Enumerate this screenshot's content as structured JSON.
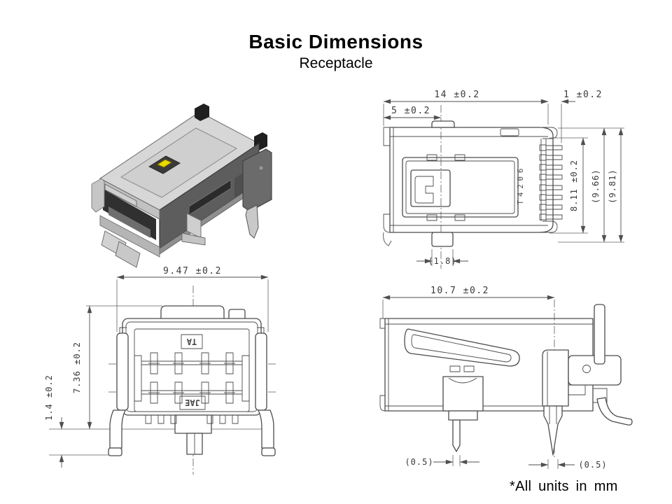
{
  "page": {
    "title": "Basic Dimensions",
    "subtitle": "Receptacle",
    "units_note": "*All units in mm"
  },
  "top_view": {
    "marking": "T4206",
    "width_total": "14 ±0.2",
    "pin_tip": "1 ±0.2",
    "boss_offset": "5 ±0.2",
    "pin_span": "8.11 ±0.2",
    "ref_depth_inner": "(9.66)",
    "ref_depth_outer": "(9.81)",
    "boss_width": "(1.8)"
  },
  "front_view": {
    "width": "9.47 ±0.2",
    "height": "7.36 ±0.2",
    "standoff": "1.4 ±0.2",
    "marking_top": "TA",
    "marking_bottom": "JAE"
  },
  "side_view": {
    "depth": "10.7 ±0.2",
    "peg_left": "(0.5)",
    "peg_right": "(0.5)"
  },
  "colors": {
    "drawing_line": "#4c4c4c",
    "dimension_text": "#3a3a3a",
    "iso_top": "#d7d7d7",
    "iso_side": "#5d5d5d",
    "iso_cavity": "#2e2e2e",
    "iso_contact_accent": "#e8d800",
    "iso_metal": "#c9c9c9"
  }
}
